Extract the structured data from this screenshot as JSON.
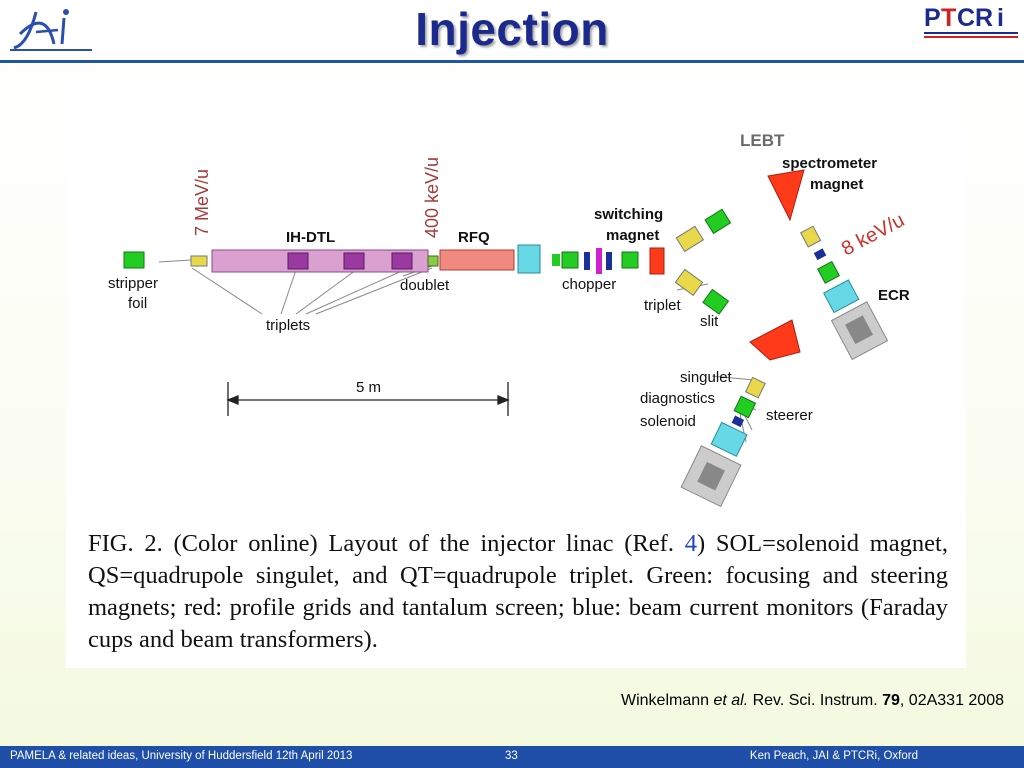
{
  "header": {
    "title": "Injection",
    "logo_left_text": "JAi",
    "logo_right_text": "PTCRi"
  },
  "figure": {
    "labels": {
      "lebt": "LEBT",
      "spectrometer": "spectrometer",
      "magnet_1": "magnet",
      "energy_8": "8 keV/u",
      "ecr": "ECR",
      "switching": "switching",
      "magnet_2": "magnet",
      "energy_7": "7 MeV/u",
      "energy_400": "400 keV/u",
      "ihdtl": "IH-DTL",
      "rfq": "RFQ",
      "stripper": "stripper",
      "foil": "foil",
      "doublet": "doublet",
      "chopper": "chopper",
      "triplet": "triplet",
      "slit": "slit",
      "triplets": "triplets",
      "scale": "5 m",
      "singulet": "singulet",
      "diagnostics": "diagnostics",
      "solenoid": "solenoid",
      "steerer": "steerer"
    },
    "caption": {
      "part1": "FIG. 2. (Color online) Layout of the injector linac (Ref. ",
      "ref": "4",
      "part2": ") SOL=solenoid magnet, QS=quadrupole singulet, and QT=quadrupole triplet. Green: focusing and steering magnets; red: profile grids and tantalum screen; blue: beam current monitors (Faraday cups and beam transformers)."
    }
  },
  "citation": {
    "author": "Winkelmann ",
    "etal": "et al.",
    "journal": " Rev. Sci. Instrum. ",
    "volume": "79",
    "rest": ", 02A331 2008"
  },
  "footer": {
    "left": "PAMELA & related ideas, University of Huddersfield  12th April 2013",
    "page": "33",
    "right": "Ken Peach, JAI  & PTCRi, Oxford"
  },
  "colors": {
    "title": "#1b2a8c",
    "rule": "#1f57a6",
    "footer_bg": "#1f4fa8",
    "magnet_green": "#22cc22",
    "profile_red": "#ff3a1a",
    "monitor_blue": "#1a2f9a",
    "dtl_pink": "#d9a0d0",
    "rfq_salmon": "#f08a80",
    "cyan": "#66d8e6"
  }
}
